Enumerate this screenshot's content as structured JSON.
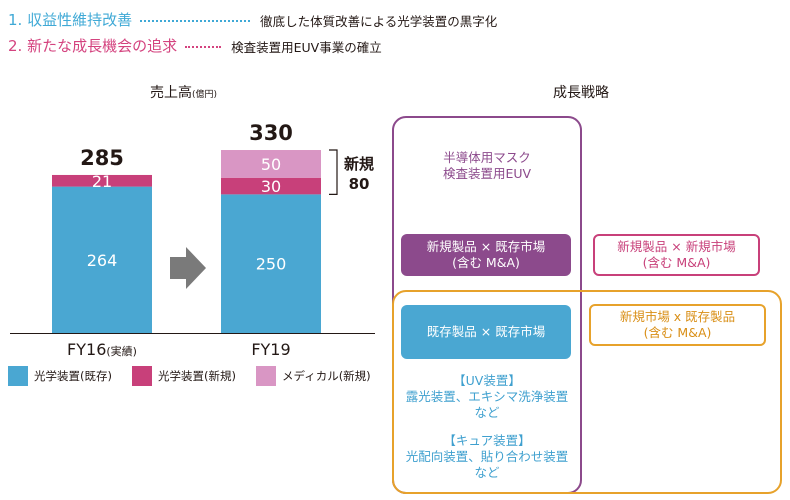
{
  "headlines": [
    {
      "label": "1. 収益性維持改善",
      "desc": "徹底した体質改善による光学装置の黒字化"
    },
    {
      "label": "2. 新たな成長機会の追求",
      "desc": "検査装置用EUV事業の確立"
    }
  ],
  "colors": {
    "blue": "#4aa7d2",
    "red": "#c8407a",
    "pink": "#d996c4",
    "purple": "#8c4a8c",
    "orange": "#e7a22b",
    "gray": "#7a7a7a"
  },
  "chart_data": {
    "type": "bar",
    "stacked": true,
    "title": "売上高",
    "unit": "(億円)",
    "categories": [
      "FY16",
      "FY19"
    ],
    "category_notes": [
      "(実績)",
      ""
    ],
    "series": [
      {
        "name": "光学装置(既存)",
        "values": [
          264,
          250
        ]
      },
      {
        "name": "光学装置(新規)",
        "values": [
          21,
          30
        ]
      },
      {
        "name": "メディカル(新規)",
        "values": [
          0,
          50
        ]
      }
    ],
    "totals": [
      285,
      330
    ],
    "annotation": {
      "label": "新規",
      "value": "80"
    },
    "legend": [
      "光学装置(既存)",
      "光学装置(新規)",
      "メディカル(新規)"
    ],
    "legend_position": "bottom",
    "grid": false
  },
  "strategy": {
    "title": "成長戦略",
    "euv_text": [
      "半導体用マスク",
      "検査装置用EUV"
    ],
    "new_product_existing_market": [
      "新規製品 × 既存市場",
      "(含む M&A)"
    ],
    "new_product_new_market": [
      "新規製品 × 新規市場",
      "(含む M&A)"
    ],
    "existing_product_existing_market": "既存製品 × 既存市場",
    "new_market_existing_product": [
      "新規市場 x 既存製品",
      "(含む M&A)"
    ],
    "uv_text": [
      "【UV装置】",
      "露光装置、エキシマ洗浄装置",
      "など"
    ],
    "cure_text": [
      "【キュア装置】",
      "光配向装置、貼り合わせ装置",
      "など"
    ]
  }
}
